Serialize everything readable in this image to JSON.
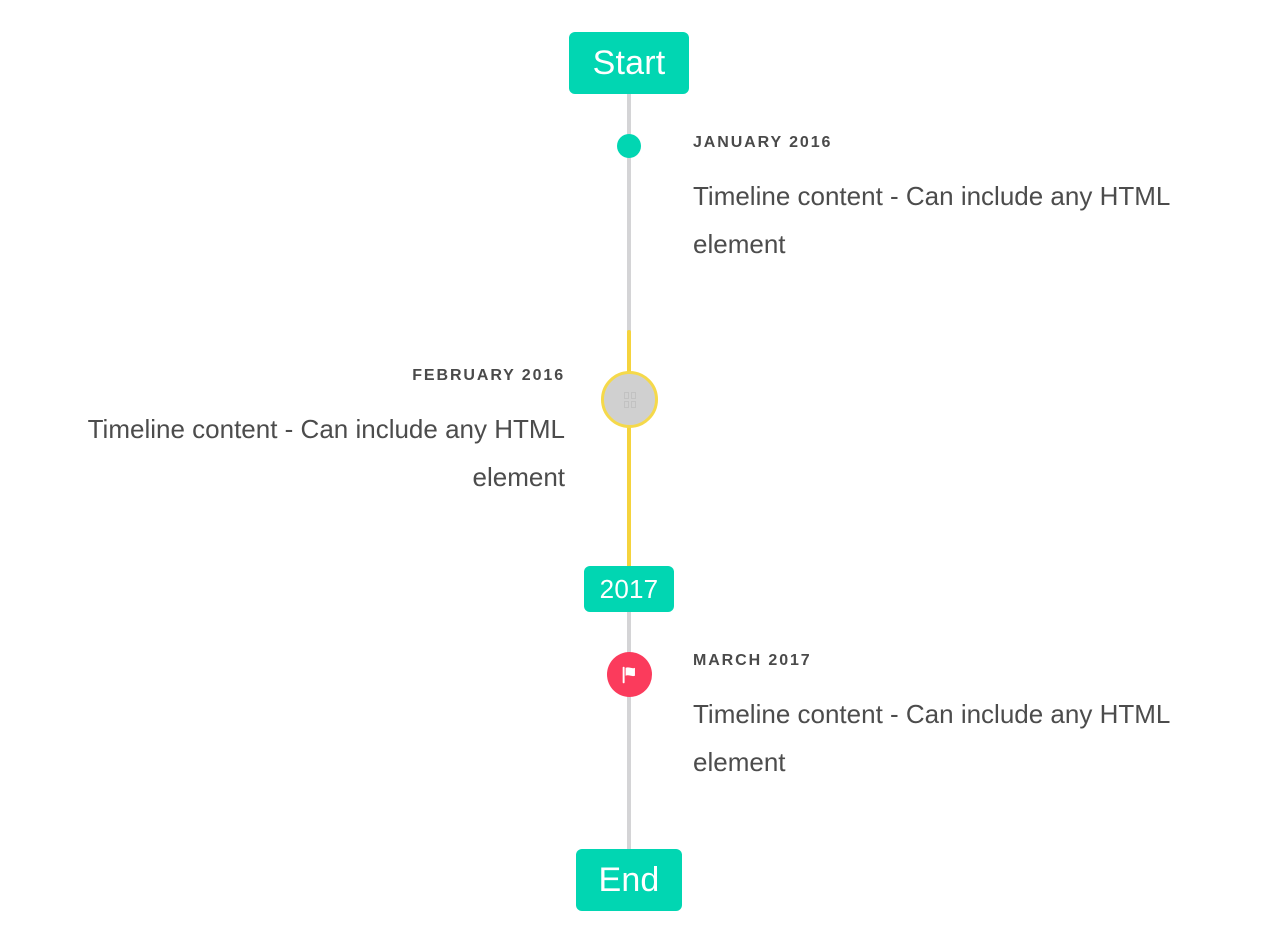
{
  "timeline": {
    "caps": {
      "start": {
        "label": "Start",
        "name": "start-cap"
      },
      "middle": {
        "label": "2017",
        "name": "year-cap"
      },
      "end": {
        "label": "End",
        "name": "end-cap"
      }
    },
    "colors": {
      "accent_teal": "#01d6b2",
      "accent_yellow": "#f5d33d",
      "marker_border_yellow": "#f5d94a",
      "accent_pink": "#fb3b5c",
      "rail_gray": "#d4d4d6",
      "marker_gray": "#d0d0d0",
      "text_dark": "#4a4a4a",
      "text_body": "#4c4c4c",
      "background": "#ffffff"
    },
    "entries": [
      {
        "date": "JANUARY 2016",
        "body": "Timeline content - Can include any HTML element",
        "side": "right",
        "marker": "teal-dot-marker",
        "rail_color": "#d4d4d6"
      },
      {
        "date": "FEBRUARY 2016",
        "body": "Timeline content - Can include any HTML element",
        "side": "left",
        "marker": "gray-circle-marker",
        "rail_color": "#f5d33d"
      },
      {
        "date": "MARCH 2017",
        "body": "Timeline content - Can include any HTML element",
        "side": "right",
        "marker": "flag-marker",
        "rail_color": "#d4d4d6"
      }
    ],
    "icons": {
      "flag": "flag-icon",
      "missing_glyph": "missing-glyph-icon"
    }
  }
}
